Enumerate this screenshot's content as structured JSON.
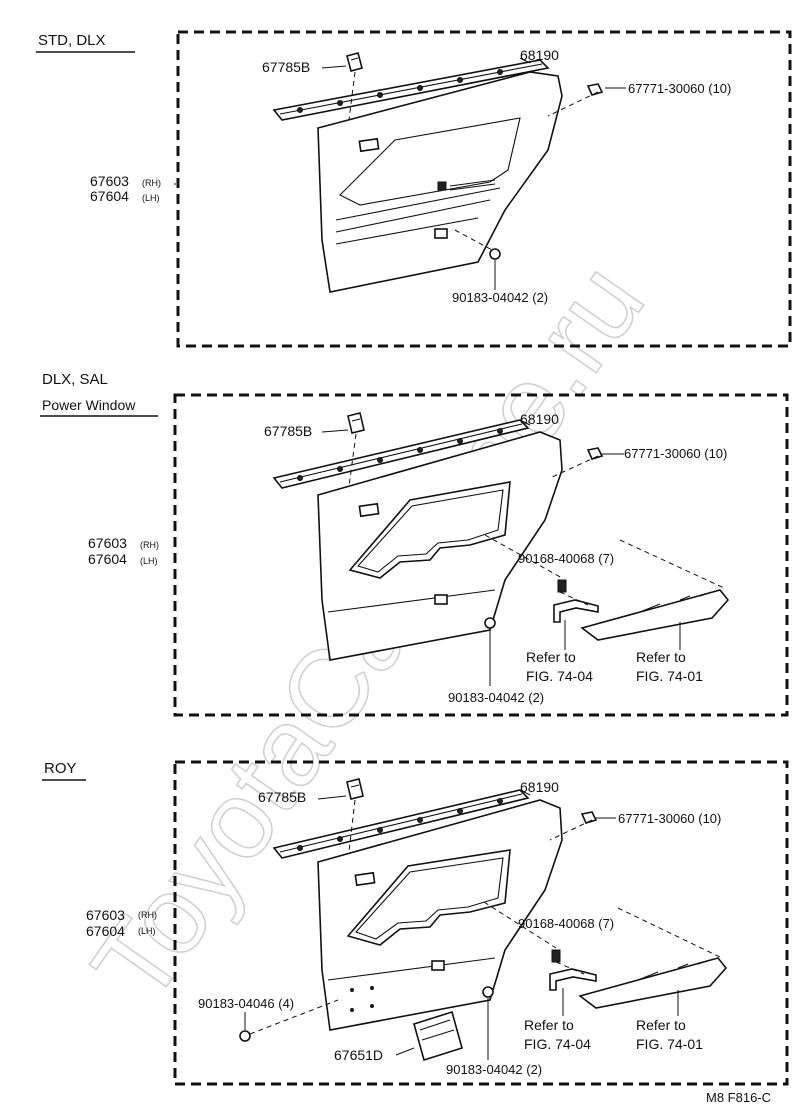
{
  "watermark": "ToyotaCarMine.ru",
  "footer_code": "M8  F816-C",
  "sections": [
    {
      "title": "STD, DLX",
      "subtitle": "",
      "labels": {
        "clip": "67785B",
        "weatherstrip": "68190",
        "board_rh": "67603",
        "board_rh_tag": "(RH)",
        "board_lh": "67604",
        "board_lh_tag": "(LH)",
        "clip_a": "67771-30060 (10)",
        "screw": "90183-04042 (2)"
      }
    },
    {
      "title": "DLX, SAL",
      "subtitle": "Power Window",
      "labels": {
        "clip": "67785B",
        "weatherstrip": "68190",
        "board_rh": "67603",
        "board_rh_tag": "(RH)",
        "board_lh": "67604",
        "board_lh_tag": "(LH)",
        "clip_a": "67771-30060 (10)",
        "screw_b": "90168-40068 (7)",
        "screw": "90183-04042 (2)",
        "ref_1_line1": "Refer to",
        "ref_1_line2": "FIG. 74-04",
        "ref_2_line1": "Refer to",
        "ref_2_line2": "FIG. 74-01"
      }
    },
    {
      "title": "ROY",
      "subtitle": "",
      "labels": {
        "clip": "67785B",
        "weatherstrip": "68190",
        "board_rh": "67603",
        "board_rh_tag": "(RH)",
        "board_lh": "67604",
        "board_lh_tag": "(LH)",
        "clip_a": "67771-30060 (10)",
        "screw_b": "90168-40068 (7)",
        "screw_c": "90183-04046 (4)",
        "pad": "67651D",
        "screw": "90183-04042 (2)",
        "ref_1_line1": "Refer to",
        "ref_1_line2": "FIG. 74-04",
        "ref_2_line1": "Refer to",
        "ref_2_line2": "FIG. 74-01"
      }
    }
  ]
}
